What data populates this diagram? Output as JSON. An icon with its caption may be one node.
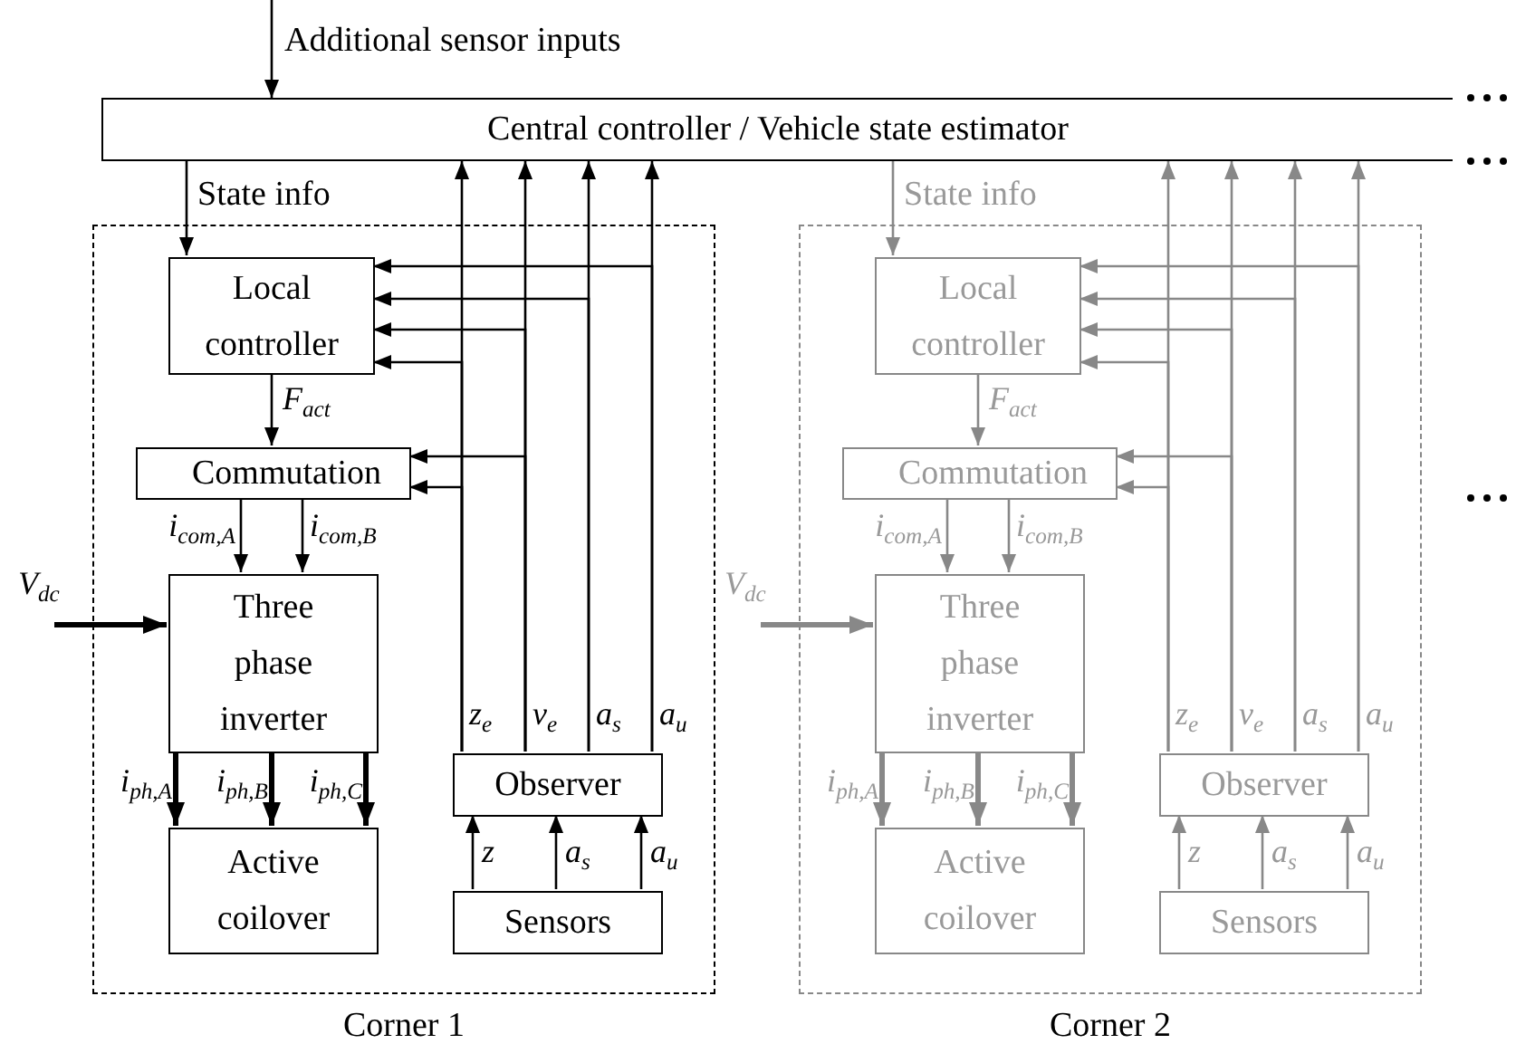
{
  "diagram": {
    "nodes": [
      {
        "text": [
          "Central controller / Vehicle state estimator"
        ]
      },
      {
        "text": [
          "Corner 1"
        ]
      },
      {
        "text": [
          "Local controller"
        ],
        "in": 1
      },
      {
        "text": [
          "Commutation"
        ],
        "in": 1
      },
      {
        "text": [
          "Three phase inverter"
        ],
        "in": 1
      },
      {
        "text": [
          "Active coilover"
        ],
        "in": 1
      },
      {
        "text": [
          "Observer"
        ],
        "in": 1
      },
      {
        "text": [
          "Sensors"
        ],
        "in": 1
      },
      {
        "text": [
          "Corner 2"
        ]
      },
      {
        "text": [
          "Local controller"
        ],
        "in": 8
      },
      {
        "text": [
          "Commutation"
        ],
        "in": 8
      },
      {
        "text": [
          "Three phase inverter"
        ],
        "in": 8
      },
      {
        "text": [
          "Active coilover"
        ],
        "in": 8
      },
      {
        "text": [
          "Observer"
        ],
        "in": 8
      },
      {
        "text": [
          "Sensors"
        ],
        "in": 8
      }
    ],
    "edges": [
      {
        "from": null,
        "to": 0,
        "arrow": "to",
        "label": "Additional sensor inputs"
      },
      {
        "from": 0,
        "to": 2,
        "arrow": "to",
        "label": "State info"
      },
      {
        "from": 2,
        "to": 3,
        "arrow": "to",
        "label": "F$_{act}$"
      },
      {
        "from": 3,
        "to": 4,
        "arrow": "to",
        "label": "i$_{com,A}$"
      },
      {
        "from": 3,
        "to": 4,
        "arrow": "to",
        "label": "i$_{com,B}$"
      },
      {
        "from": null,
        "to": 4,
        "arrow": "to",
        "label": "V$_{dc}$",
        "style": "thick"
      },
      {
        "from": 4,
        "to": 5,
        "arrow": "to",
        "label": "i$_{ph,A}$",
        "style": "thick"
      },
      {
        "from": 4,
        "to": 5,
        "arrow": "to",
        "label": "i$_{ph,B}$",
        "style": "thick"
      },
      {
        "from": 4,
        "to": 5,
        "arrow": "to",
        "label": "i$_{ph,C}$",
        "style": "thick"
      },
      {
        "from": 7,
        "to": 6,
        "arrow": "to",
        "label": "z"
      },
      {
        "from": 7,
        "to": 6,
        "arrow": "to",
        "label": "a$_{s}$"
      },
      {
        "from": 7,
        "to": 6,
        "arrow": "to",
        "label": "a$_{u}$"
      },
      {
        "from": 6,
        "to": 0,
        "arrow": "to",
        "label": "z$_{e}$"
      },
      {
        "from": 6,
        "to": 0,
        "arrow": "to",
        "label": "v$_{e}$"
      },
      {
        "from": 6,
        "to": 0,
        "arrow": "to",
        "label": "a$_{s}$"
      },
      {
        "from": 6,
        "to": 0,
        "arrow": "to",
        "label": "a$_{u}$"
      },
      {
        "from": 6,
        "to": 2,
        "arrow": "to"
      },
      {
        "from": 6,
        "to": 2,
        "arrow": "to"
      },
      {
        "from": 6,
        "to": 2,
        "arrow": "to"
      },
      {
        "from": 6,
        "to": 2,
        "arrow": "to"
      },
      {
        "from": 6,
        "to": 3,
        "arrow": "to"
      },
      {
        "from": 6,
        "to": 3,
        "arrow": "to"
      },
      {
        "from": 0,
        "to": 9,
        "arrow": "to",
        "label": "State info",
        "color": "#888888"
      },
      {
        "from": 9,
        "to": 10,
        "arrow": "to",
        "label": "F$_{act}$",
        "color": "#888888"
      },
      {
        "from": 10,
        "to": 11,
        "arrow": "to",
        "label": "i$_{com,A}$",
        "color": "#888888"
      },
      {
        "from": 10,
        "to": 11,
        "arrow": "to",
        "label": "i$_{com,B}$",
        "color": "#888888"
      },
      {
        "from": null,
        "to": 11,
        "arrow": "to",
        "label": "V$_{dc}$",
        "style": "thick",
        "color": "#888888"
      },
      {
        "from": 11,
        "to": 12,
        "arrow": "to",
        "label": "i$_{ph,A}$",
        "style": "thick",
        "color": "#888888"
      },
      {
        "from": 11,
        "to": 12,
        "arrow": "to",
        "label": "i$_{ph,B}$",
        "style": "thick",
        "color": "#888888"
      },
      {
        "from": 11,
        "to": 12,
        "arrow": "to",
        "label": "i$_{ph,C}$",
        "style": "thick",
        "color": "#888888"
      },
      {
        "from": 14,
        "to": 13,
        "arrow": "to",
        "label": "z",
        "color": "#888888"
      },
      {
        "from": 14,
        "to": 13,
        "arrow": "to",
        "label": "a$_{s}$",
        "color": "#888888"
      },
      {
        "from": 14,
        "to": 13,
        "arrow": "to",
        "label": "a$_{u}$",
        "color": "#888888"
      },
      {
        "from": 13,
        "to": 0,
        "arrow": "to",
        "label": "z$_{e}$",
        "color": "#888888"
      },
      {
        "from": 13,
        "to": 0,
        "arrow": "to",
        "label": "v$_{e}$",
        "color": "#888888"
      },
      {
        "from": 13,
        "to": 0,
        "arrow": "to",
        "label": "a$_{s}$",
        "color": "#888888"
      },
      {
        "from": 13,
        "to": 0,
        "arrow": "to",
        "label": "a$_{u}$",
        "color": "#888888"
      },
      {
        "from": 13,
        "to": 9,
        "arrow": "to",
        "color": "#888888"
      },
      {
        "from": 13,
        "to": 9,
        "arrow": "to",
        "color": "#888888"
      },
      {
        "from": 13,
        "to": 9,
        "arrow": "to",
        "color": "#888888"
      },
      {
        "from": 13,
        "to": 9,
        "arrow": "to",
        "color": "#888888"
      },
      {
        "from": 13,
        "to": 10,
        "arrow": "to",
        "color": "#888888"
      },
      {
        "from": 13,
        "to": 10,
        "arrow": "to",
        "color": "#888888"
      }
    ]
  }
}
